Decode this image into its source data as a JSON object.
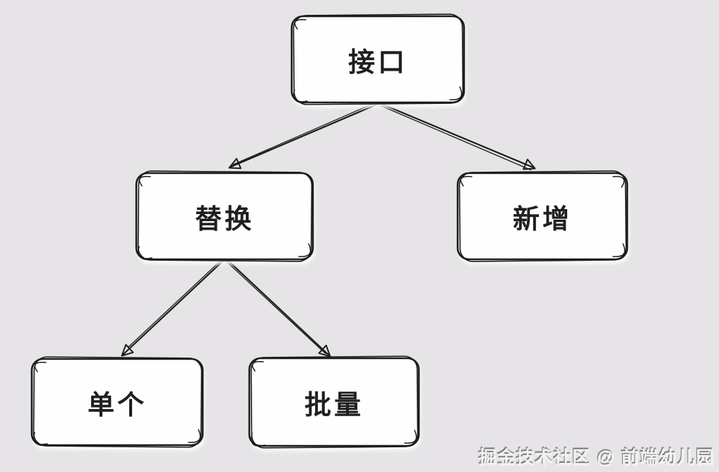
{
  "diagram": {
    "background_color": "#e6e4e7",
    "stroke_color": "#1c1c1c",
    "box_fill_color": "#fefefe",
    "text_color": "#1f1f1f",
    "style": "hand-drawn-sketch",
    "nodes": [
      {
        "id": "interface",
        "label": "接口"
      },
      {
        "id": "replace",
        "label": "替换"
      },
      {
        "id": "add",
        "label": "新增"
      },
      {
        "id": "single",
        "label": "单个"
      },
      {
        "id": "batch",
        "label": "批量"
      }
    ],
    "edges": [
      {
        "from": "interface",
        "to": "replace",
        "arrowhead": "end"
      },
      {
        "from": "interface",
        "to": "add",
        "arrowhead": "end"
      },
      {
        "from": "replace",
        "to": "single",
        "arrowhead": "end"
      },
      {
        "from": "replace",
        "to": "batch",
        "arrowhead": "end"
      }
    ]
  },
  "watermark": {
    "text": "掘金技术社区 @ 前端幼儿园",
    "color": "#f3f1f2"
  }
}
